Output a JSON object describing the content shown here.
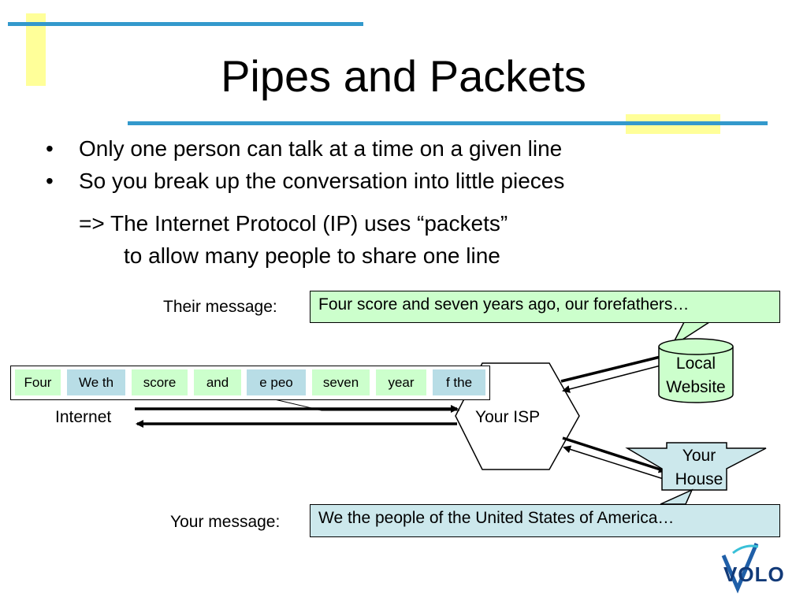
{
  "slide": {
    "title": "Pipes and Packets",
    "bullets": [
      "Only one person can talk at a time on a given line",
      "So you break up the conversation into little pieces"
    ],
    "bullet_marker": "•",
    "sub_lines": [
      "=> The Internet Protocol (IP) uses “packets”",
      "to allow many people to share one line"
    ]
  },
  "diagram": {
    "their_message_label": "Their message:",
    "their_message": "Four score and seven years ago, our forefathers…",
    "your_message_label": "Your message:",
    "your_message": "We the people of the United States of America…",
    "packets": [
      {
        "text": "Four",
        "color": "green"
      },
      {
        "text": "We th",
        "color": "blue"
      },
      {
        "text": "score",
        "color": "green"
      },
      {
        "text": "and",
        "color": "green"
      },
      {
        "text": "e peo",
        "color": "blue"
      },
      {
        "text": "seven",
        "color": "green"
      },
      {
        "text": "year",
        "color": "green"
      },
      {
        "text": "f the",
        "color": "blue"
      }
    ],
    "internet_label": "Internet",
    "isp_label": "Your ISP",
    "local_website_line1": "Local",
    "local_website_line2": "Website",
    "house_line1": "Your",
    "house_line2": "House"
  },
  "logo": {
    "text": "VOLO"
  },
  "colors": {
    "accent_blue": "#3399cc",
    "accent_yellow": "#ffff99",
    "their_message_fill": "#ccffcc",
    "your_message_fill": "#cce8ec"
  }
}
